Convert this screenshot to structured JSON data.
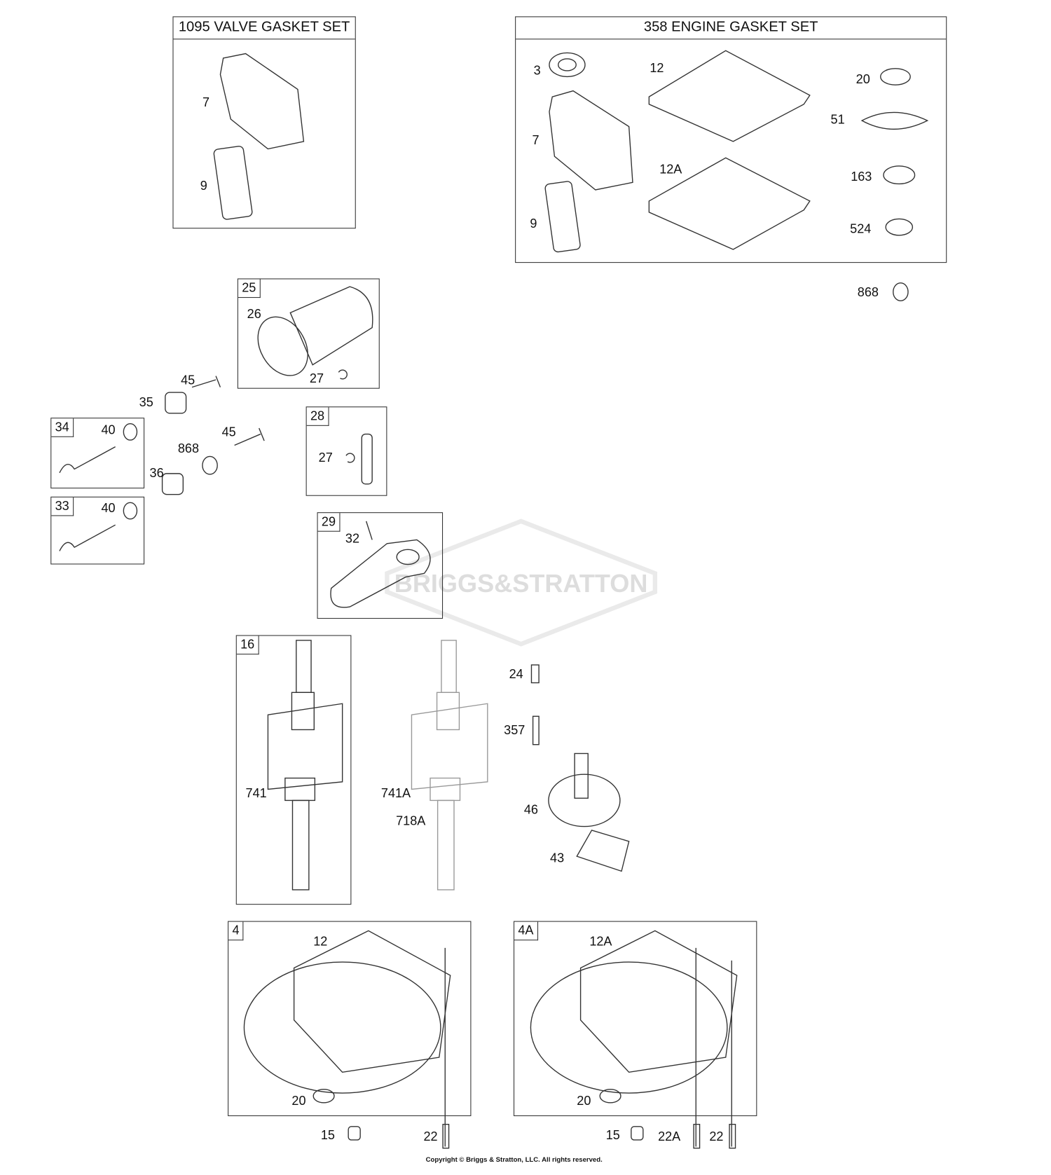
{
  "sets": {
    "valve_gasket": "1095 VALVE GASKET SET",
    "engine_gasket": "358 ENGINE GASKET SET"
  },
  "tags": [
    "25",
    "34",
    "33",
    "28",
    "29",
    "16",
    "4",
    "4A"
  ],
  "labels": {
    "vg": [
      "7",
      "9"
    ],
    "eg": [
      "3",
      "12",
      "20",
      "51",
      "7",
      "12A",
      "163",
      "9",
      "524"
    ],
    "misc": [
      "868",
      "26",
      "27",
      "45",
      "35",
      "40",
      "868",
      "45",
      "36",
      "40",
      "27",
      "32",
      "24",
      "357",
      "741",
      "741A",
      "718A",
      "46",
      "43",
      "12",
      "20",
      "15",
      "22",
      "12A",
      "20",
      "15",
      "22A",
      "22"
    ]
  },
  "watermark": "BRIGGS&STRATTON",
  "copyright": "Copyright © Briggs & Stratton, LLC. All rights reserved."
}
